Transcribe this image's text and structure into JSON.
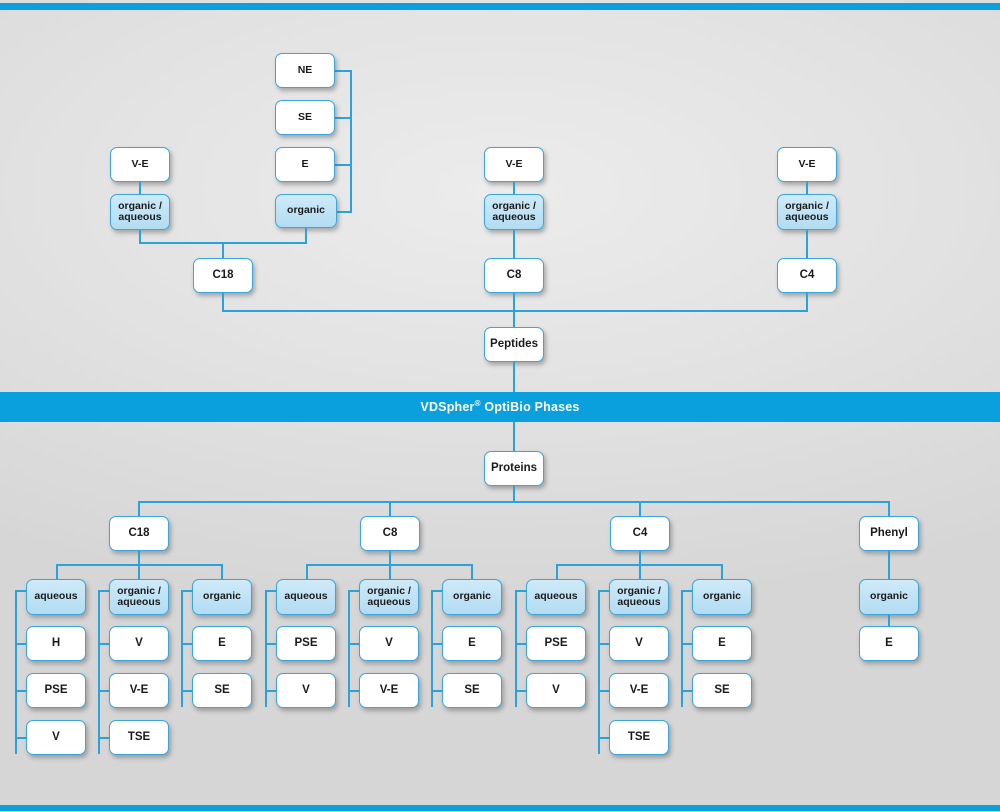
{
  "banner": {
    "title_main": "VDSpher",
    "title_sup": "®",
    "title_rest": " OptiBio Phases",
    "bg_color": "#0aa0dd",
    "text_color": "#ffffff"
  },
  "theme": {
    "line_color": "#2aa3dc",
    "node_border": "#3aa6dc",
    "node_fill_white": "#ffffff",
    "node_fill_blue": "#bfe2f5",
    "page_bg": "#e3e3e3"
  },
  "diagram": {
    "type": "hierarchy-tree",
    "roots": [
      "Peptides",
      "Proteins"
    ]
  },
  "peptides": {
    "label": "Peptides",
    "columns": [
      {
        "sorbent": "C18",
        "modes": [
          {
            "label": "organic / aqueous",
            "line1": "organic /",
            "line2": "aqueous",
            "products": [
              "V-E"
            ]
          },
          {
            "label": "organic",
            "line1": "organic",
            "line2": "",
            "products": [
              "NE",
              "SE",
              "E"
            ]
          }
        ]
      },
      {
        "sorbent": "C8",
        "modes": [
          {
            "label": "organic / aqueous",
            "line1": "organic /",
            "line2": "aqueous",
            "products": [
              "V-E"
            ]
          }
        ]
      },
      {
        "sorbent": "C4",
        "modes": [
          {
            "label": "organic / aqueous",
            "line1": "organic /",
            "line2": "aqueous",
            "products": [
              "V-E"
            ]
          }
        ]
      }
    ]
  },
  "proteins": {
    "label": "Proteins",
    "columns": [
      {
        "sorbent": "C18",
        "modes": [
          {
            "label": "aqueous",
            "line1": "aqueous",
            "line2": "",
            "products": [
              "H",
              "PSE",
              "V"
            ]
          },
          {
            "label": "organic / aqueous",
            "line1": "organic /",
            "line2": "aqueous",
            "products": [
              "V",
              "V-E",
              "TSE"
            ]
          },
          {
            "label": "organic",
            "line1": "organic",
            "line2": "",
            "products": [
              "E",
              "SE"
            ]
          }
        ]
      },
      {
        "sorbent": "C8",
        "modes": [
          {
            "label": "aqueous",
            "line1": "aqueous",
            "line2": "",
            "products": [
              "PSE",
              "V"
            ]
          },
          {
            "label": "organic / aqueous",
            "line1": "organic /",
            "line2": "aqueous",
            "products": [
              "V",
              "V-E"
            ]
          },
          {
            "label": "organic",
            "line1": "organic",
            "line2": "",
            "products": [
              "E",
              "SE"
            ]
          }
        ]
      },
      {
        "sorbent": "C4",
        "modes": [
          {
            "label": "aqueous",
            "line1": "aqueous",
            "line2": "",
            "products": [
              "PSE",
              "V"
            ]
          },
          {
            "label": "organic / aqueous",
            "line1": "organic /",
            "line2": "aqueous",
            "products": [
              "V",
              "V-E",
              "TSE"
            ]
          },
          {
            "label": "organic",
            "line1": "organic",
            "line2": "",
            "products": [
              "E",
              "SE"
            ]
          }
        ]
      },
      {
        "sorbent": "Phenyl",
        "modes": [
          {
            "label": "organic",
            "line1": "organic",
            "line2": "",
            "products": [
              "E"
            ]
          }
        ]
      }
    ]
  }
}
